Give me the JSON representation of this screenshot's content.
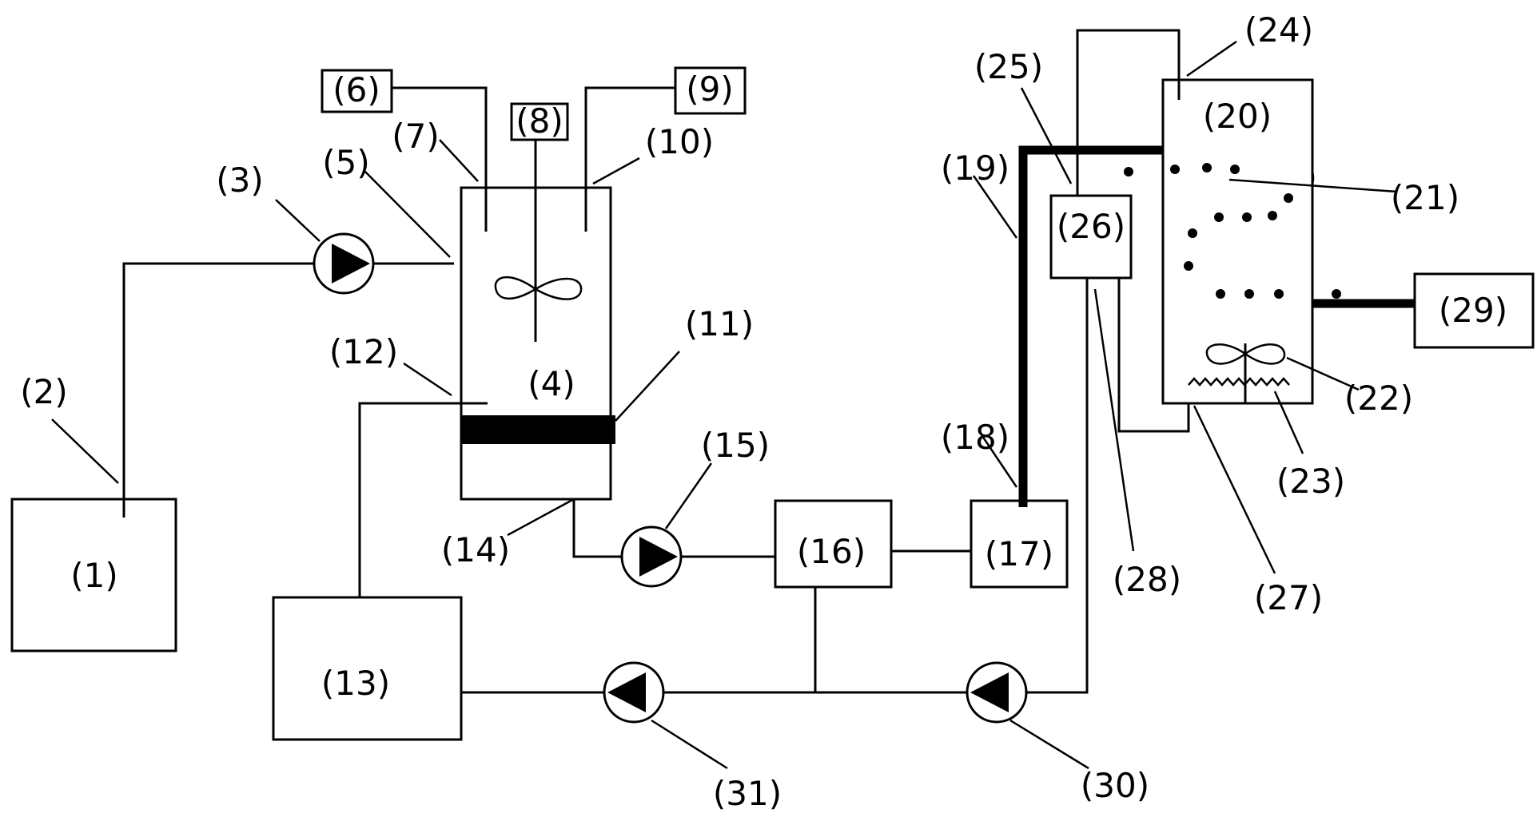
{
  "labels": {
    "n1": "(1)",
    "n2": "(2)",
    "n3": "(3)",
    "n4": "(4)",
    "n5": "(5)",
    "n6": "(6)",
    "n7": "(7)",
    "n8": "(8)",
    "n9": "(9)",
    "n10": "(10)",
    "n11": "(11)",
    "n12": "(12)",
    "n13": "(13)",
    "n14": "(14)",
    "n15": "(15)",
    "n16": "(16)",
    "n17": "(17)",
    "n18": "(18)",
    "n19": "(19)",
    "n20": "(20)",
    "n21": "(21)",
    "n22": "(22)",
    "n23": "(23)",
    "n24": "(24)",
    "n25": "(25)",
    "n26": "(26)",
    "n27": "(27)",
    "n28": "(28)",
    "n29": "(29)",
    "n30": "(30)",
    "n31": "(31)"
  },
  "icons": {
    "pump": "pump-icon",
    "stirrer": "stirrer-icon",
    "heater": "heating-element-icon"
  },
  "colors": {
    "line": "#000000",
    "background": "#ffffff"
  }
}
